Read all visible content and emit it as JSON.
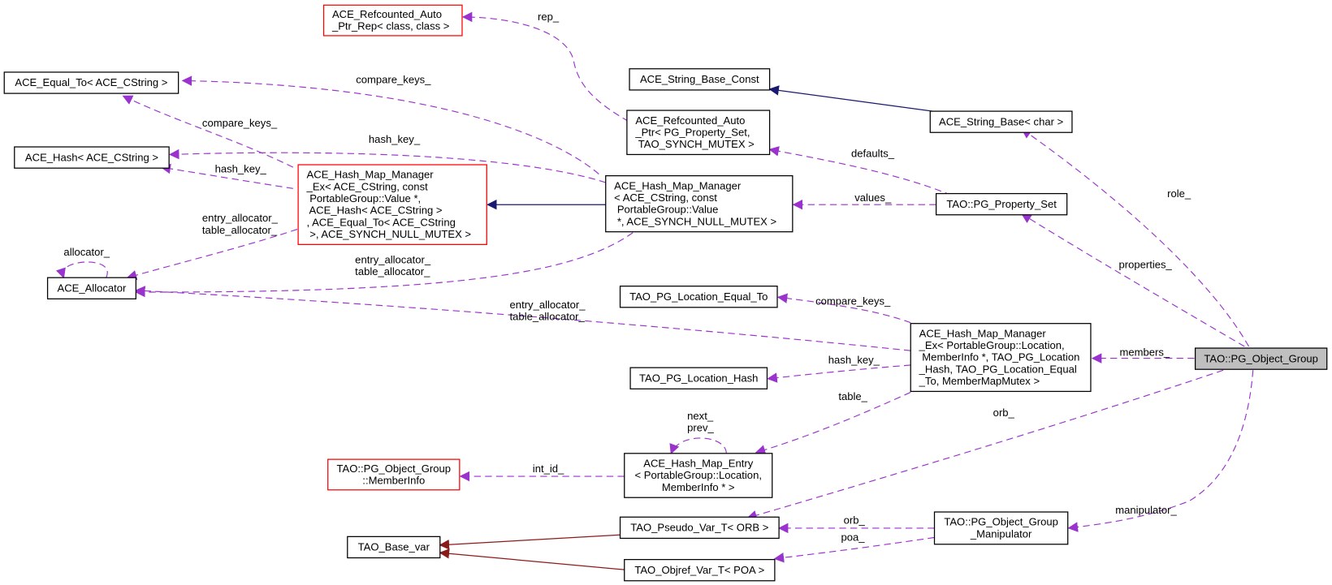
{
  "diagram": {
    "title": "Collaboration diagram for TAO::PG_Object_Group",
    "colors": {
      "usage_edge": "#9a32cd",
      "inheritance_edge": "#191970",
      "template_edge": "#8b1a1a",
      "undocumented_border": "#ff0000",
      "focus_fill": "#bfbfbf"
    },
    "nodes": [
      {
        "id": "refptr_rep",
        "lines": [
          "ACE_Refcounted_Auto",
          "_Ptr_Rep< class, class >"
        ],
        "style": "red"
      },
      {
        "id": "equal_to_cstring",
        "lines": [
          "ACE_Equal_To< ACE_CString >"
        ],
        "style": "normal"
      },
      {
        "id": "hash_cstring",
        "lines": [
          "ACE_Hash< ACE_CString >"
        ],
        "style": "normal"
      },
      {
        "id": "hmm_ex_cstring",
        "lines": [
          "ACE_Hash_Map_Manager",
          "_Ex< ACE_CString, const",
          " PortableGroup::Value *,",
          " ACE_Hash< ACE_CString >",
          ", ACE_Equal_To< ACE_CString",
          " >, ACE_SYNCH_NULL_MUTEX >"
        ],
        "style": "red"
      },
      {
        "id": "allocator",
        "lines": [
          "ACE_Allocator"
        ],
        "style": "normal"
      },
      {
        "id": "string_base_const",
        "lines": [
          "ACE_String_Base_Const"
        ],
        "style": "normal"
      },
      {
        "id": "refptr_propset",
        "lines": [
          "ACE_Refcounted_Auto",
          "_Ptr< PG_Property_Set,",
          " TAO_SYNCH_MUTEX >"
        ],
        "style": "normal"
      },
      {
        "id": "string_base_char",
        "lines": [
          "ACE_String_Base< char >"
        ],
        "style": "normal"
      },
      {
        "id": "hmm_cstring",
        "lines": [
          "ACE_Hash_Map_Manager",
          "< ACE_CString, const",
          " PortableGroup::Value",
          " *, ACE_SYNCH_NULL_MUTEX >"
        ],
        "style": "normal"
      },
      {
        "id": "property_set",
        "lines": [
          "TAO::PG_Property_Set"
        ],
        "style": "normal"
      },
      {
        "id": "loc_equal_to",
        "lines": [
          "TAO_PG_Location_Equal_To"
        ],
        "style": "normal"
      },
      {
        "id": "hmm_ex_location",
        "lines": [
          "ACE_Hash_Map_Manager",
          "_Ex< PortableGroup::Location,",
          " MemberInfo *, TAO_PG_Location",
          "_Hash, TAO_PG_Location_Equal",
          "_To, MemberMapMutex >"
        ],
        "style": "normal"
      },
      {
        "id": "object_group",
        "lines": [
          "TAO::PG_Object_Group"
        ],
        "style": "focus"
      },
      {
        "id": "loc_hash",
        "lines": [
          "TAO_PG_Location_Hash"
        ],
        "style": "normal"
      },
      {
        "id": "member_info",
        "lines": [
          "TAO::PG_Object_Group",
          "::MemberInfo"
        ],
        "style": "red"
      },
      {
        "id": "hm_entry",
        "lines": [
          "ACE_Hash_Map_Entry",
          "< PortableGroup::Location,",
          "MemberInfo * >"
        ],
        "style": "normal"
      },
      {
        "id": "base_var",
        "lines": [
          "TAO_Base_var"
        ],
        "style": "normal"
      },
      {
        "id": "pseudo_var_orb",
        "lines": [
          "TAO_Pseudo_Var_T< ORB >"
        ],
        "style": "normal"
      },
      {
        "id": "objref_var_poa",
        "lines": [
          "TAO_Objref_Var_T< POA >"
        ],
        "style": "normal"
      },
      {
        "id": "manipulator",
        "lines": [
          "TAO::PG_Object_Group",
          "_Manipulator"
        ],
        "style": "normal"
      }
    ],
    "edge_labels": {
      "rep": [
        "rep_"
      ],
      "compare_keys_top": [
        "compare_keys_"
      ],
      "compare_keys_left": [
        "compare_keys_"
      ],
      "hash_key_top": [
        "hash_key_"
      ],
      "hash_key_left": [
        "hash_key_"
      ],
      "alloc_left": [
        "entry_allocator_",
        "table_allocator_"
      ],
      "allocator_self": [
        "allocator_"
      ],
      "alloc_mid": [
        "entry_allocator_",
        "table_allocator_"
      ],
      "alloc_long": [
        "entry_allocator_",
        "table_allocator_"
      ],
      "defaults": [
        "defaults_"
      ],
      "values": [
        "values_"
      ],
      "role": [
        "role_"
      ],
      "properties": [
        "properties_"
      ],
      "compare_keys_loc": [
        "compare_keys_"
      ],
      "members": [
        "members_"
      ],
      "hash_key_loc": [
        "hash_key_"
      ],
      "table": [
        "table_"
      ],
      "next_prev": [
        "next_",
        "prev_"
      ],
      "int_id": [
        "int_id_"
      ],
      "orb_main": [
        "orb_"
      ],
      "manipulator": [
        "manipulator_"
      ],
      "orb_manip": [
        "orb_"
      ],
      "poa_manip": [
        "poa_"
      ]
    }
  }
}
